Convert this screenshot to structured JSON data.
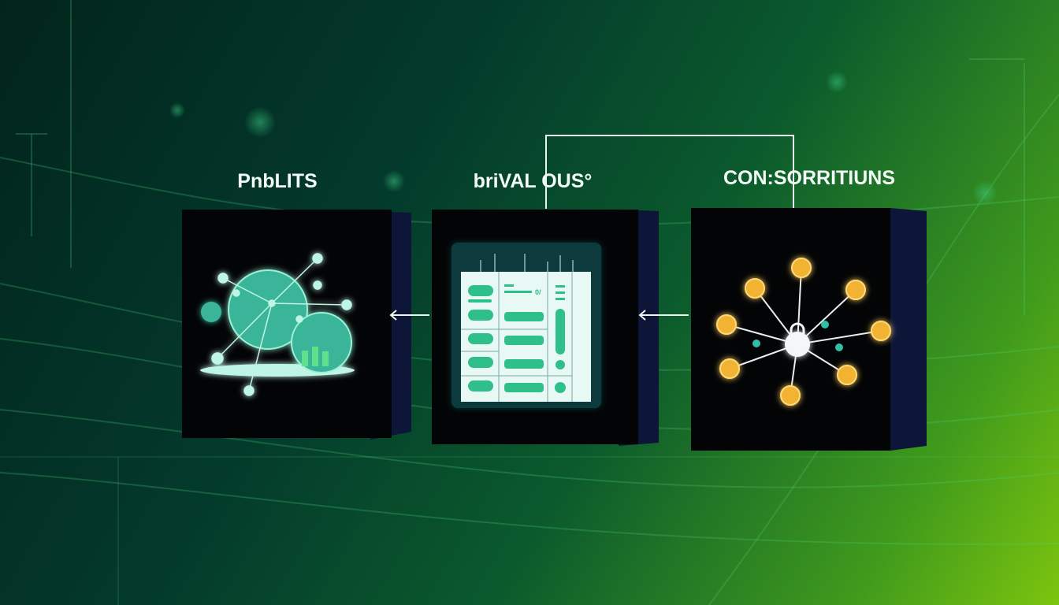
{
  "labels": {
    "left": "PnbLITS",
    "middle": "briVAL OUS°",
    "right": "CON:SORRITIUNS"
  },
  "middle_panel_text": "0/",
  "colors": {
    "background_dark": "#02241c",
    "background_light": "#7cc40e",
    "teal_accent": "#3fd3a0",
    "gold_accent": "#f2b233",
    "box_front": "#030405",
    "box_side": "#0d1638"
  },
  "icons": [
    "network-cloud-icon",
    "server-rack-icon",
    "lock-network-icon",
    "arrow-left-icon"
  ]
}
